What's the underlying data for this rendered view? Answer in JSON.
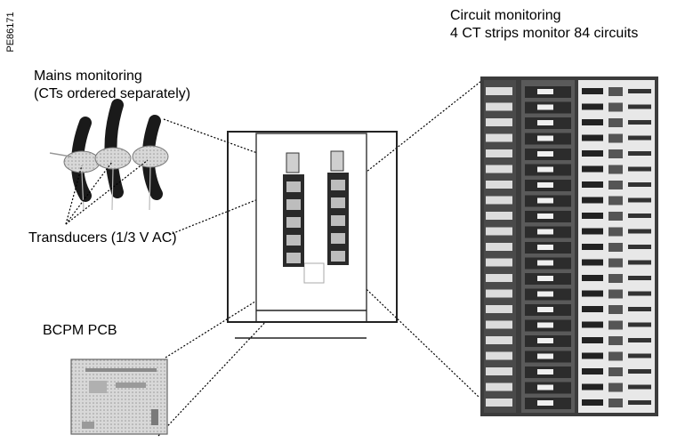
{
  "reference": "PE86171",
  "labels": {
    "mains_title": "Mains monitoring",
    "mains_sub": "(CTs ordered separately)",
    "circuit_title": "Circuit monitoring",
    "circuit_sub": "4 CT strips monitor 84 circuits",
    "transducers": "Transducers (1/3 V AC)",
    "pcb": "BCPM PCB"
  }
}
